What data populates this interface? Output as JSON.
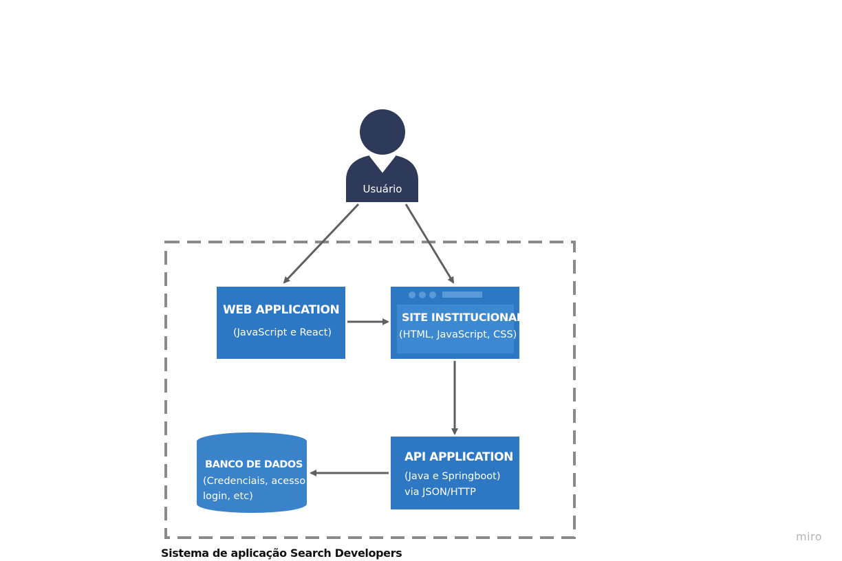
{
  "user": {
    "label": "Usuário"
  },
  "web_application": {
    "title": "WEB APPLICATION",
    "subtitle": "(JavaScript e React)"
  },
  "site_institucional": {
    "title": "SITE INSTITUCIONAL",
    "subtitle": "(HTML, JavaScript, CSS)"
  },
  "api_application": {
    "title": "API APPLICATION",
    "subtitle_line1": "(Java e Springboot)",
    "subtitle_line2": "via JSON/HTTP"
  },
  "banco_de_dados": {
    "title": "BANCO DE DADOS",
    "subtitle_line1": "(Credenciais, acesso",
    "subtitle_line2": "login, etc)"
  },
  "system_boundary": {
    "caption": "Sistema de aplicação Search Developers"
  },
  "watermark": "miro",
  "colors": {
    "box": "#2e78c3",
    "person": "#2f3a5a",
    "arrow": "#5f5f63",
    "boundary": "#8a8a8a"
  }
}
